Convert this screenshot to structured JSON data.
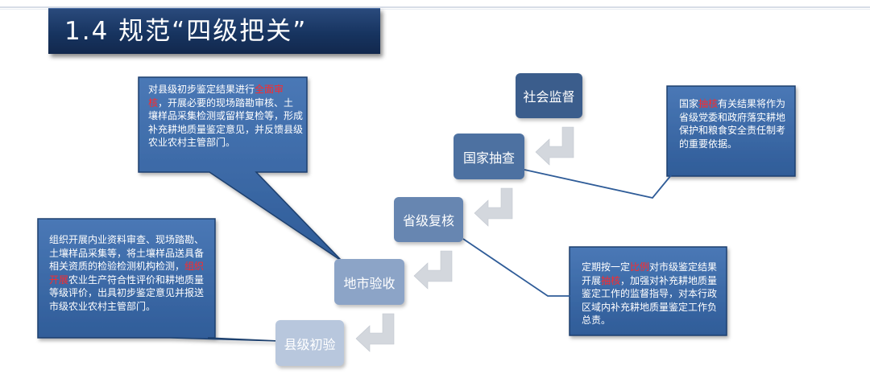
{
  "title": "1.4 规范“四级把关”",
  "steps": [
    {
      "label": "社会监督"
    },
    {
      "label": "国家抽查"
    },
    {
      "label": "省级复核"
    },
    {
      "label": "地市验收"
    },
    {
      "label": "县级初验"
    }
  ],
  "callouts": {
    "province": {
      "pre": "对县级初步鉴定结果进行",
      "highlight": "全面审核",
      "post": "，开展必要的现场踏勘审核、土壤样品采集检测或留样复检等，形成补充耕地质量鉴定意见，并反馈县级农业农村主管部门。"
    },
    "city": {
      "pre": "组织开展内业资料审查、现场踏勘、土壤样品采集等，将土壤样品送具备相关资质的检验检测机构检测，",
      "highlight": "组织开展",
      "post": "农业生产符合性评价和耕地质量等级评价，出具初步鉴定意见并报送市级农业农村主管部门。"
    },
    "national": {
      "pre": "国家",
      "highlight": "抽核",
      "post": "有关结果将作为省级党委和政府落实耕地保护和粮食安全责任制考的重要依据。"
    },
    "city_right": {
      "pre": "定期按一定",
      "highlight": "比例",
      "mid": "对市级鉴定结果开展",
      "highlight2": "抽核",
      "post": "，加强对补充耕地质量鉴定工作的监督指导，对本行政区域内补充耕地质量鉴定工作负总责。"
    }
  },
  "colors": {
    "banner": "#173460",
    "callout_fill": "#3c6aa8",
    "callout_border": "#1f3f6e",
    "highlight": "#ff2a2a",
    "arrow": "#d3d7dd"
  }
}
